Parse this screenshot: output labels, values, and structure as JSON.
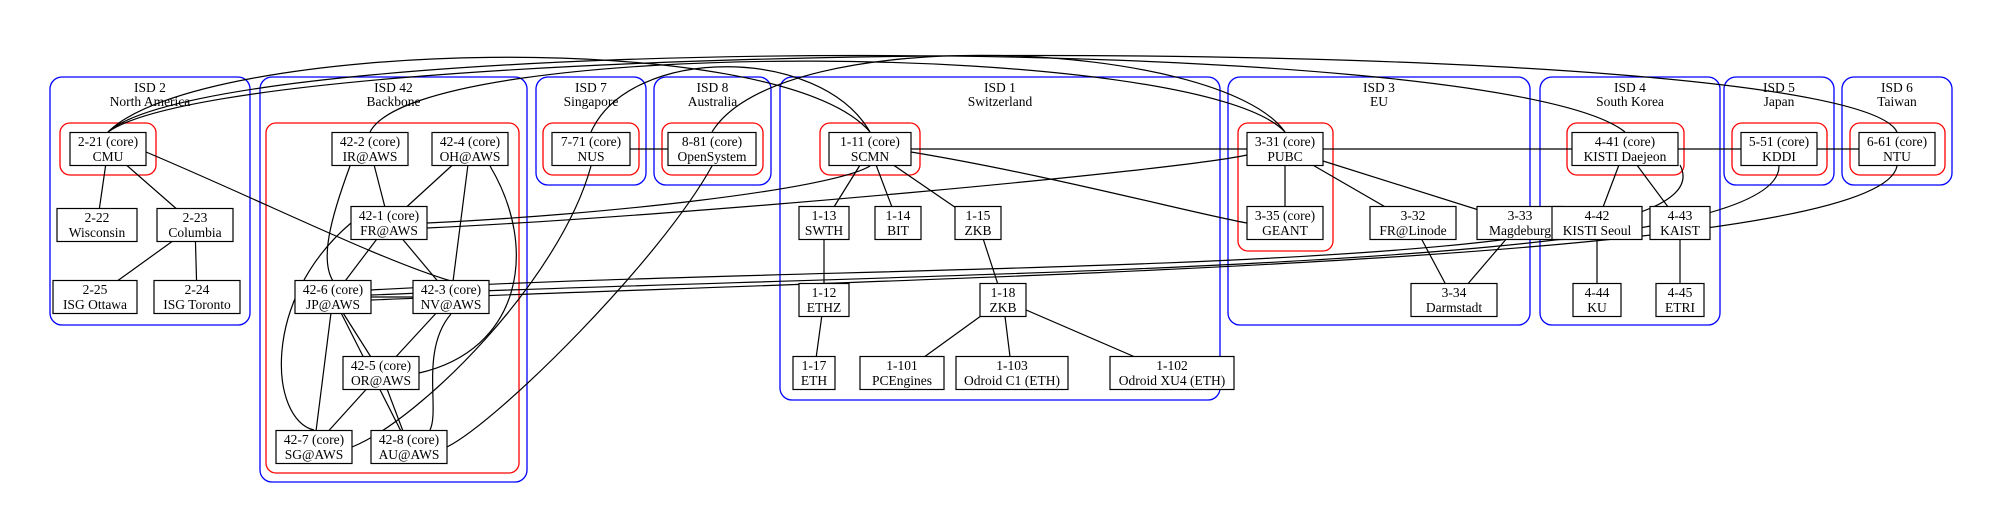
{
  "isds": [
    {
      "id": "isd2",
      "title": "ISD 2",
      "region": "North America"
    },
    {
      "id": "isd42",
      "title": "ISD 42",
      "region": "Backbone"
    },
    {
      "id": "isd7",
      "title": "ISD 7",
      "region": "Singapore"
    },
    {
      "id": "isd8",
      "title": "ISD 8",
      "region": "Australia"
    },
    {
      "id": "isd1",
      "title": "ISD 1",
      "region": "Switzerland"
    },
    {
      "id": "isd3",
      "title": "ISD 3",
      "region": "EU"
    },
    {
      "id": "isd4",
      "title": "ISD 4",
      "region": "South Korea"
    },
    {
      "id": "isd5",
      "title": "ISD 5",
      "region": "Japan"
    },
    {
      "id": "isd6",
      "title": "ISD 6",
      "region": "Taiwan"
    }
  ],
  "nodes": [
    {
      "id": "2-21",
      "line1": "2-21 (core)",
      "line2": "CMU"
    },
    {
      "id": "2-22",
      "line1": "2-22",
      "line2": "Wisconsin"
    },
    {
      "id": "2-23",
      "line1": "2-23",
      "line2": "Columbia"
    },
    {
      "id": "2-25",
      "line1": "2-25",
      "line2": "ISG Ottawa"
    },
    {
      "id": "2-24",
      "line1": "2-24",
      "line2": "ISG Toronto"
    },
    {
      "id": "42-2",
      "line1": "42-2 (core)",
      "line2": "IR@AWS"
    },
    {
      "id": "42-4",
      "line1": "42-4 (core)",
      "line2": "OH@AWS"
    },
    {
      "id": "42-1",
      "line1": "42-1 (core)",
      "line2": "FR@AWS"
    },
    {
      "id": "42-6",
      "line1": "42-6 (core)",
      "line2": "JP@AWS"
    },
    {
      "id": "42-3",
      "line1": "42-3 (core)",
      "line2": "NV@AWS"
    },
    {
      "id": "42-5",
      "line1": "42-5 (core)",
      "line2": "OR@AWS"
    },
    {
      "id": "42-7",
      "line1": "42-7 (core)",
      "line2": "SG@AWS"
    },
    {
      "id": "42-8",
      "line1": "42-8 (core)",
      "line2": "AU@AWS"
    },
    {
      "id": "7-71",
      "line1": "7-71 (core)",
      "line2": "NUS"
    },
    {
      "id": "8-81",
      "line1": "8-81 (core)",
      "line2": "OpenSystem"
    },
    {
      "id": "1-11",
      "line1": "1-11 (core)",
      "line2": "SCMN"
    },
    {
      "id": "1-13",
      "line1": "1-13",
      "line2": "SWTH"
    },
    {
      "id": "1-14",
      "line1": "1-14",
      "line2": "BIT"
    },
    {
      "id": "1-15",
      "line1": "1-15",
      "line2": "ZKB"
    },
    {
      "id": "1-12",
      "line1": "1-12",
      "line2": "ETHZ"
    },
    {
      "id": "1-18",
      "line1": "1-18",
      "line2": "ZKB"
    },
    {
      "id": "1-17",
      "line1": "1-17",
      "line2": "ETH"
    },
    {
      "id": "1-101",
      "line1": "1-101",
      "line2": "PCEngines"
    },
    {
      "id": "1-103",
      "line1": "1-103",
      "line2": "Odroid C1 (ETH)"
    },
    {
      "id": "1-102",
      "line1": "1-102",
      "line2": "Odroid XU4 (ETH)"
    },
    {
      "id": "3-31",
      "line1": "3-31 (core)",
      "line2": "PUBC"
    },
    {
      "id": "3-35",
      "line1": "3-35 (core)",
      "line2": "GEANT"
    },
    {
      "id": "3-32",
      "line1": "3-32",
      "line2": "FR@Linode"
    },
    {
      "id": "3-33",
      "line1": "3-33",
      "line2": "Magdeburg"
    },
    {
      "id": "3-34",
      "line1": "3-34",
      "line2": "Darmstadt"
    },
    {
      "id": "4-41",
      "line1": "4-41 (core)",
      "line2": "KISTI Daejeon"
    },
    {
      "id": "4-42",
      "line1": "4-42",
      "line2": "KISTI Seoul"
    },
    {
      "id": "4-43",
      "line1": "4-43",
      "line2": "KAIST"
    },
    {
      "id": "4-44",
      "line1": "4-44",
      "line2": "KU"
    },
    {
      "id": "4-45",
      "line1": "4-45",
      "line2": "ETRI"
    },
    {
      "id": "5-51",
      "line1": "5-51 (core)",
      "line2": "KDDI"
    },
    {
      "id": "6-61",
      "line1": "6-61 (core)",
      "line2": "NTU"
    }
  ],
  "links": [
    [
      "2-21",
      "2-22"
    ],
    [
      "2-21",
      "2-23"
    ],
    [
      "2-23",
      "2-25"
    ],
    [
      "2-23",
      "2-24"
    ],
    [
      "2-21",
      "42-3"
    ],
    [
      "2-21",
      "1-11"
    ],
    [
      "2-21",
      "4-41"
    ],
    [
      "42-2",
      "42-1"
    ],
    [
      "42-2",
      "42-6"
    ],
    [
      "42-4",
      "42-1"
    ],
    [
      "42-4",
      "42-3"
    ],
    [
      "42-4",
      "42-5"
    ],
    [
      "42-1",
      "42-6"
    ],
    [
      "42-1",
      "42-3"
    ],
    [
      "42-6",
      "42-3"
    ],
    [
      "42-6",
      "42-5"
    ],
    [
      "42-6",
      "42-7"
    ],
    [
      "42-6",
      "42-8"
    ],
    [
      "42-3",
      "42-5"
    ],
    [
      "42-3",
      "42-8"
    ],
    [
      "42-5",
      "42-7"
    ],
    [
      "42-5",
      "42-8"
    ],
    [
      "42-1",
      "42-7"
    ],
    [
      "42-2",
      "3-31"
    ],
    [
      "42-1",
      "1-11"
    ],
    [
      "42-1",
      "3-31"
    ],
    [
      "42-6",
      "4-41"
    ],
    [
      "42-6",
      "5-51"
    ],
    [
      "42-6",
      "6-61"
    ],
    [
      "7-71",
      "8-81"
    ],
    [
      "7-71",
      "42-7"
    ],
    [
      "7-71",
      "1-11"
    ],
    [
      "8-81",
      "42-8"
    ],
    [
      "8-81",
      "3-31"
    ],
    [
      "1-11",
      "1-13"
    ],
    [
      "1-11",
      "1-14"
    ],
    [
      "1-11",
      "1-15"
    ],
    [
      "1-11",
      "3-31"
    ],
    [
      "1-11",
      "3-35"
    ],
    [
      "1-13",
      "1-12"
    ],
    [
      "1-12",
      "1-17"
    ],
    [
      "1-15",
      "1-18"
    ],
    [
      "1-18",
      "1-101"
    ],
    [
      "1-18",
      "1-103"
    ],
    [
      "1-18",
      "1-102"
    ],
    [
      "3-31",
      "3-35"
    ],
    [
      "3-31",
      "3-32"
    ],
    [
      "3-31",
      "3-33"
    ],
    [
      "3-32",
      "3-34"
    ],
    [
      "3-33",
      "3-34"
    ],
    [
      "3-31",
      "4-41"
    ],
    [
      "4-41",
      "4-42"
    ],
    [
      "4-41",
      "4-43"
    ],
    [
      "4-42",
      "4-44"
    ],
    [
      "4-43",
      "4-45"
    ],
    [
      "4-41",
      "5-51"
    ],
    [
      "5-51",
      "6-61"
    ],
    [
      "6-61",
      "2-21"
    ]
  ]
}
